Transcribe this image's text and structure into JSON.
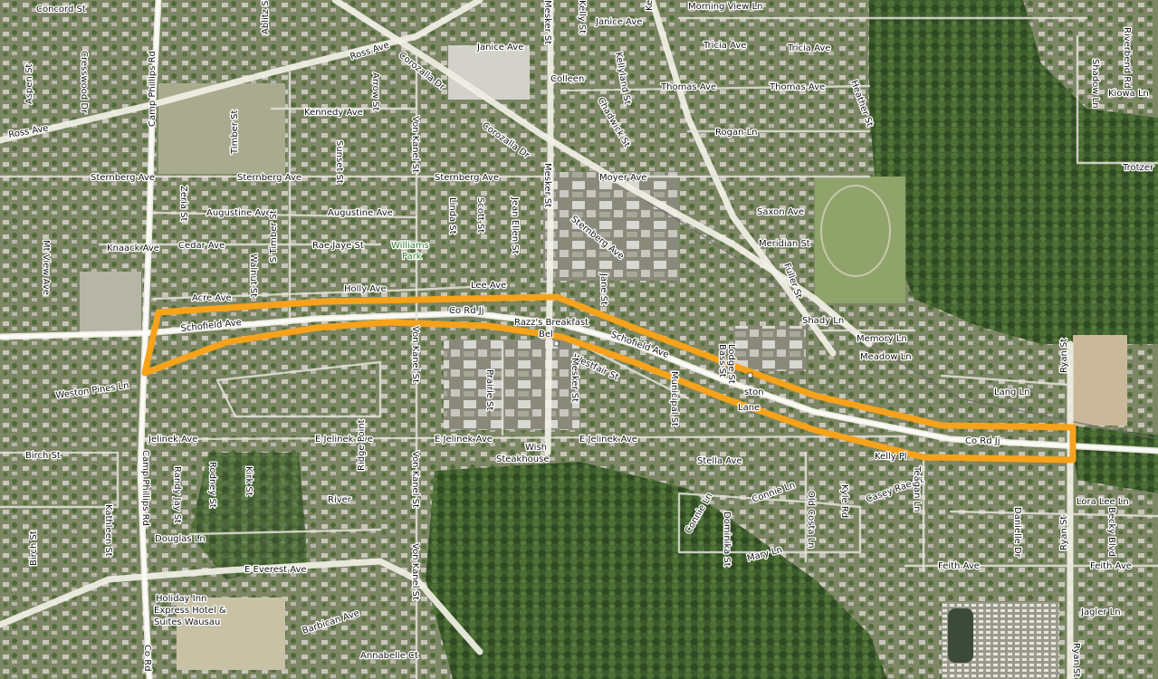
{
  "map": {
    "type": "satellite",
    "highlight_color": "#f7a21b",
    "roads": [
      "Concord St",
      "Ross Ave",
      "Ross Ave",
      "Ablitz St",
      "Janice Ave",
      "Janice Ave",
      "Morning View Ln",
      "Corozalla Dr",
      "Corozalla Dr",
      "Colleen",
      "Kelly Rd",
      "Tricia Ave",
      "Tricia Ave",
      "Thomas Ave",
      "Thomas Ave",
      "Riverbend Rd",
      "Kiowa Ln",
      "Kennedy Ave",
      "Cresswood Dr",
      "Aspen St",
      "Camp Phillips Rd",
      "Sternberg Ave",
      "Sternberg Ave",
      "Sternberg Ave",
      "Rogan Ln",
      "Moyer Ave",
      "Trotzer",
      "Augustine Ave",
      "Augustine Ave",
      "Saxon Ave",
      "Meridian St",
      "Cedar Ave",
      "Rae Jaye St",
      "Lee Ave",
      "Holly Ave",
      "Acre Ave",
      "Knaack Ave",
      "Mt View Ave",
      "Linda St",
      "Scott St",
      "Jean Ellen St",
      "Schofield Ave",
      "Schofield Ave",
      "Co Rd Jj",
      "Co Rd Jj",
      "Sternberg Ave",
      "Jane St",
      "Westfair St",
      "Shady Ln",
      "Memory Ln",
      "Meadow Ln",
      "Lang Ln",
      "Ryan St",
      "Ryan St",
      "Ryan St",
      "Weston Pines Ln",
      "Lane",
      "Birch St",
      "Birch St",
      "Jelinek Ave",
      "E Jelinek Ave",
      "E Jelinek Ave",
      "E Jelinek Ave",
      "Stella Ave",
      "Kelly Pl",
      "Casey Rae Ct",
      "Camp Phillips Rd",
      "Rodney St",
      "Randy Jay St",
      "Kirk St",
      "Ridge Point",
      "River",
      "Kathleen St",
      "Douglas Ln",
      "E Everest Ave",
      "Barbican Ave",
      "Annabelle Ct",
      "Co Rd",
      "Connie Ln",
      "Connie Ln",
      "Dominika St",
      "Old Costa Ln",
      "Kyle Rd",
      "Mary Ln",
      "Lora Lee Ln",
      "Danielle Dr",
      "Becky Blvd",
      "Feith Ave",
      "Feith Ave",
      "Jagler Ln",
      "Teagan Ln",
      "Prairie St",
      "Mesker St",
      "Mesker St",
      "Mesker St",
      "Von Kanel St",
      "Von Kanel St",
      "Von Kanel St",
      "Von Kanel St",
      "Timber St",
      "S Timber St",
      "Sunset St",
      "Arrow St",
      "Walnut St",
      "Zeria St",
      "Fuller St",
      "Municipal St",
      "Chadwick St",
      "Kellyland St",
      "Kelly St",
      "Heather St",
      "Shadow Ln",
      "Bass St",
      "Lodge St"
    ],
    "places": [
      {
        "name": "Williams Park",
        "line1": "Williams",
        "line2": "Park"
      },
      {
        "name": "Razz's Breakfast"
      },
      {
        "name": "Wish Steakhouse",
        "line1": "Wish",
        "line2": "Steakhouse"
      },
      {
        "name": "Holiday Inn Express Hotel & Suites Wausau",
        "line1": "Holiday Inn",
        "line2": "Express Hotel &",
        "line3": "Suites Wausau"
      },
      {
        "name": "Weston",
        "short": "ston"
      },
      {
        "name": "Bell",
        "short": "Bel"
      }
    ]
  }
}
